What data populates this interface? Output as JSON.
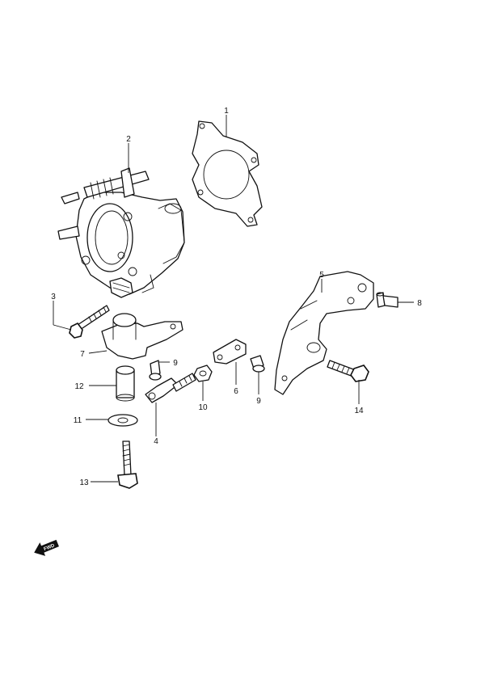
{
  "callouts": {
    "c1": "1",
    "c2": "2",
    "c3": "3",
    "c4": "4",
    "c5": "5",
    "c6": "6",
    "c7": "7",
    "c8": "8",
    "c9a": "9",
    "c9b": "9",
    "c10": "10",
    "c11": "11",
    "c12": "12",
    "c13": "13",
    "c14": "14"
  },
  "forward_marker": {
    "label": "FWD",
    "icon": "forward-arrow-icon"
  },
  "colors": {
    "line": "#111111",
    "background": "#ffffff"
  }
}
